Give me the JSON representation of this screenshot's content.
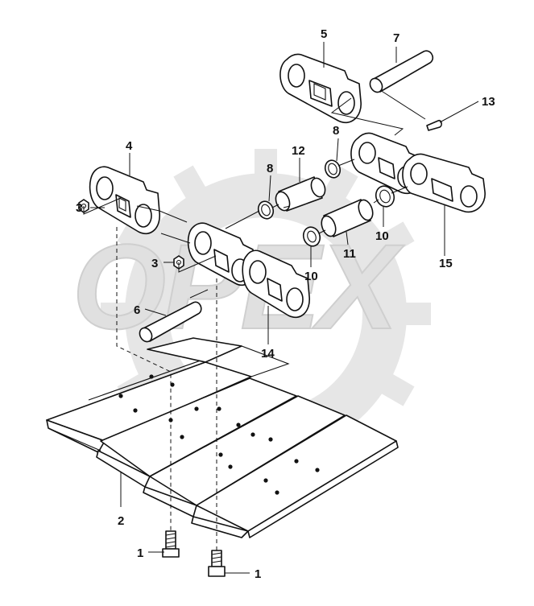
{
  "diagram": {
    "callouts": {
      "c1a": "1",
      "c1b": "1",
      "c2": "2",
      "c3a": "3",
      "c3b": "3",
      "c4": "4",
      "c5": "5",
      "c6": "6",
      "c7": "7",
      "c8a": "8",
      "c8b": "8",
      "c10a": "10",
      "c10b": "10",
      "c11": "11",
      "c12": "12",
      "c13": "13",
      "c14": "14",
      "c15": "15"
    },
    "watermark": "OPEX",
    "colors": {
      "line": "#111111",
      "watermark": "#e6e6e6",
      "background": "#ffffff"
    }
  }
}
